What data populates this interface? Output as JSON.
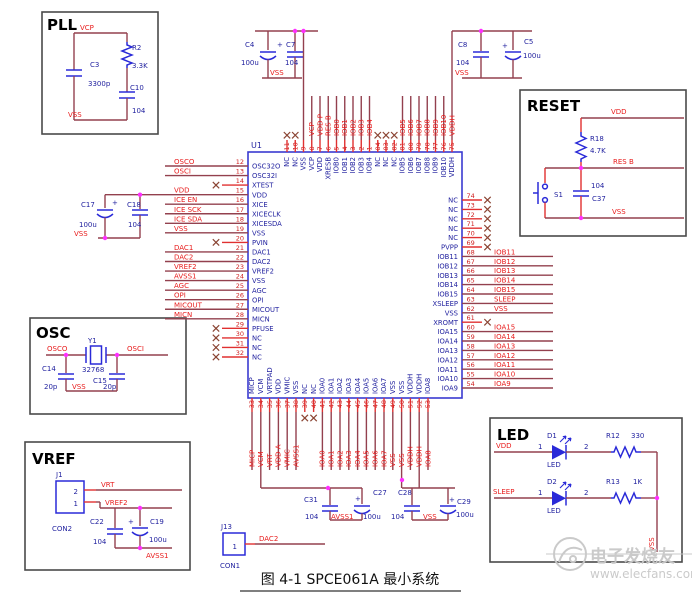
{
  "caption": "图 4-1 SPCE061A 最小系统",
  "watermark": {
    "brand": "电子发烧友",
    "site": "www.elecfans.com"
  },
  "symbols": {
    "plus": "+"
  },
  "colors": {
    "wire": "#93404e",
    "stub": "#e03030",
    "net": "#e81c1c",
    "pin_num": "#cf2020",
    "ic_text": "#1f1f9e",
    "symbol": "#2a2ad8",
    "nc": "#8a4433",
    "dot": "#ff2fff",
    "border": "#4a4a4a",
    "ic_border": "#3a3ad0",
    "watermark": "#c8c8c8"
  },
  "ic": {
    "ref": "U1",
    "left_pins": [
      {
        "num": "12",
        "name": "OSC32O",
        "net": "OSCO"
      },
      {
        "num": "13",
        "name": "OSC32I",
        "net": "OSCI"
      },
      {
        "num": "14",
        "name": "XTEST",
        "nc": true
      },
      {
        "num": "15",
        "name": "VDD",
        "net": "VDD",
        "rail": true
      },
      {
        "num": "16",
        "name": "XICE",
        "net": "ICE EN"
      },
      {
        "num": "17",
        "name": "XICECLK",
        "net": "ICE SCK"
      },
      {
        "num": "18",
        "name": "XICESDA",
        "net": "ICE SDA"
      },
      {
        "num": "19",
        "name": "VSS",
        "net": "VSS"
      },
      {
        "num": "20",
        "name": "PVIN",
        "nc": true
      },
      {
        "num": "21",
        "name": "DAC1",
        "net": "DAC1"
      },
      {
        "num": "22",
        "name": "DAC2",
        "net": "DAC2"
      },
      {
        "num": "23",
        "name": "VREF2",
        "net": "VREF2"
      },
      {
        "num": "24",
        "name": "VSS",
        "net": "AVSS1"
      },
      {
        "num": "25",
        "name": "AGC",
        "net": "AGC"
      },
      {
        "num": "26",
        "name": "OPI",
        "net": "OPI"
      },
      {
        "num": "27",
        "name": "MICOUT",
        "net": "MICOUT"
      },
      {
        "num": "28",
        "name": "MICN",
        "net": "MICN"
      },
      {
        "num": "29",
        "name": "PFUSE",
        "nc": true
      },
      {
        "num": "30",
        "name": "NC",
        "nc": true
      },
      {
        "num": "31",
        "name": "NC",
        "nc": true
      },
      {
        "num": "32",
        "name": "NC",
        "nc": true
      }
    ],
    "top_pins": [
      {
        "num": "11",
        "name": "NC",
        "nc": true
      },
      {
        "num": "10",
        "name": "NC",
        "nc": true
      },
      {
        "num": "9",
        "name": "VSS",
        "rail": true
      },
      {
        "num": "8",
        "name": "VCP",
        "net": "VCP"
      },
      {
        "num": "7",
        "name": "VDD",
        "net": "VDD P"
      },
      {
        "num": "6",
        "name": "XRESB",
        "net": "RES B"
      },
      {
        "num": "5",
        "name": "IOB0",
        "net": "IOB0"
      },
      {
        "num": "4",
        "name": "IOB1",
        "net": "IOB1"
      },
      {
        "num": "3",
        "name": "IOB2",
        "net": "IOB2"
      },
      {
        "num": "2",
        "name": "IOB3",
        "net": "IOB3"
      },
      {
        "num": "1",
        "name": "IOB4",
        "net": "IOB4"
      },
      {
        "num": "84",
        "name": "NC",
        "nc": true
      },
      {
        "num": "83",
        "name": "NC",
        "nc": true
      },
      {
        "num": "82",
        "name": "NC",
        "nc": true
      },
      {
        "num": "81",
        "name": "IOB5",
        "net": "IOB5"
      },
      {
        "num": "80",
        "name": "IOB6",
        "net": "IOB6"
      },
      {
        "num": "79",
        "name": "IOB7",
        "net": "IOB7"
      },
      {
        "num": "78",
        "name": "IOB8",
        "net": "IOB8"
      },
      {
        "num": "77",
        "name": "IOB9",
        "net": "IOB9"
      },
      {
        "num": "76",
        "name": "IOB10",
        "net": "IOB10"
      },
      {
        "num": "75",
        "name": "VDDH",
        "net": "VDDH",
        "rail": true
      }
    ],
    "right_pins": [
      {
        "num": "74",
        "name": "NC",
        "nc": true
      },
      {
        "num": "73",
        "name": "NC",
        "nc": true
      },
      {
        "num": "72",
        "name": "NC",
        "nc": true
      },
      {
        "num": "71",
        "name": "NC",
        "nc": true
      },
      {
        "num": "70",
        "name": "NC",
        "nc": true
      },
      {
        "num": "69",
        "name": "PVPP",
        "nc": true
      },
      {
        "num": "68",
        "name": "IOB11",
        "net": "IOB11"
      },
      {
        "num": "67",
        "name": "IOB12",
        "net": "IOB12"
      },
      {
        "num": "66",
        "name": "IOB13",
        "net": "IOB13"
      },
      {
        "num": "65",
        "name": "IOB14",
        "net": "IOB14"
      },
      {
        "num": "64",
        "name": "IOB15",
        "net": "IOB15"
      },
      {
        "num": "63",
        "name": "XSLEEP",
        "net": "SLEEP"
      },
      {
        "num": "62",
        "name": "VSS",
        "net": "VSS"
      },
      {
        "num": "61",
        "name": "XROMT",
        "nc": true
      },
      {
        "num": "60",
        "name": "IOA15",
        "net": "IOA15"
      },
      {
        "num": "59",
        "name": "IOA14",
        "net": "IOA14"
      },
      {
        "num": "58",
        "name": "IOA13",
        "net": "IOA13"
      },
      {
        "num": "57",
        "name": "IOA12",
        "net": "IOA12"
      },
      {
        "num": "56",
        "name": "IOA11",
        "net": "IOA11"
      },
      {
        "num": "55",
        "name": "IOA10",
        "net": "IOA10"
      },
      {
        "num": "54",
        "name": "IOA9",
        "net": "IOA9"
      }
    ],
    "bottom_pins": [
      {
        "num": "33",
        "name": "MICP",
        "net": "MICP"
      },
      {
        "num": "34",
        "name": "VCM",
        "net": "VCM",
        "rail": true
      },
      {
        "num": "35",
        "name": "VRTPAD",
        "net": "VRT"
      },
      {
        "num": "36",
        "name": "VDD",
        "net": "VDD A"
      },
      {
        "num": "37",
        "name": "VMIC",
        "net": "VMIC"
      },
      {
        "num": "38",
        "name": "VSS",
        "net": "AVSS1"
      },
      {
        "num": "39",
        "name": "NC",
        "nc": true
      },
      {
        "num": "40",
        "name": "NC",
        "nc": true
      },
      {
        "num": "41",
        "name": "IOA0",
        "net": "IOA0"
      },
      {
        "num": "42",
        "name": "IOA1",
        "net": "IOA1"
      },
      {
        "num": "43",
        "name": "IOA2",
        "net": "IOA2"
      },
      {
        "num": "44",
        "name": "IOA3",
        "net": "IOA3"
      },
      {
        "num": "45",
        "name": "IOA4",
        "net": "IOA4"
      },
      {
        "num": "46",
        "name": "IOA5",
        "net": "IOA5"
      },
      {
        "num": "47",
        "name": "IOA6",
        "net": "IOA6"
      },
      {
        "num": "48",
        "name": "IOA7",
        "net": "IOA7"
      },
      {
        "num": "49",
        "name": "VSS",
        "net": "VSS"
      },
      {
        "num": "50",
        "name": "VSS",
        "net": "VSS",
        "rail": true
      },
      {
        "num": "51",
        "name": "VDDH",
        "net": "VDDH"
      },
      {
        "num": "52",
        "name": "VDDH",
        "net": "VDDH",
        "rail": true
      },
      {
        "num": "53",
        "name": "IOA8",
        "net": "IOA8"
      }
    ]
  },
  "blocks": {
    "pll": {
      "title": "PLL",
      "net_top": "VCP",
      "net_bottom": "VSS",
      "c3": {
        "ref": "C3",
        "val": "3300p"
      },
      "r2": {
        "ref": "R2",
        "val": "3.3K"
      },
      "c10": {
        "ref": "C10",
        "val": "104"
      }
    },
    "osc": {
      "title": "OSC",
      "net_left": "OSCO",
      "net_right": "OSCI",
      "net_gnd": "VSS",
      "y1": {
        "ref": "Y1",
        "val": "32768"
      },
      "c14": {
        "ref": "C14",
        "val": "20p"
      },
      "c15": {
        "ref": "C15",
        "val": "20p"
      }
    },
    "vref": {
      "title": "VREF",
      "net_vrt": "VRT",
      "net_vref2": "VREF2",
      "net_gnd": "AVSS1",
      "j1": {
        "ref": "J1",
        "type": "CON2",
        "pin2": "2",
        "pin1": "1"
      },
      "c22": {
        "ref": "C22",
        "val": "104"
      },
      "c19": {
        "ref": "C19",
        "val": "100u"
      }
    },
    "reset": {
      "title": "RESET",
      "net_vdd": "VDD",
      "net_res": "RES B",
      "net_gnd": "VSS",
      "r18": {
        "ref": "R18",
        "val": "4.7K"
      },
      "s1": {
        "ref": "S1"
      },
      "c37": {
        "ref": "C37",
        "val": "104"
      }
    },
    "led": {
      "title": "LED",
      "net_gnd": "VSS",
      "rows": [
        {
          "net": "VDD",
          "d": "D1",
          "dval": "LED",
          "pin1": "1",
          "pin2": "2",
          "r": "R12",
          "rval": "330"
        },
        {
          "net": "SLEEP",
          "d": "D2",
          "dval": "LED",
          "pin1": "1",
          "pin2": "2",
          "r": "R13",
          "rval": "1K"
        }
      ]
    }
  },
  "cap_groups": [
    {
      "c_left": {
        "ref": "C4",
        "val": "100u"
      },
      "c_right": {
        "ref": "C7",
        "val": "104"
      },
      "net": "VSS"
    },
    {
      "c_left": {
        "ref": "C8",
        "val": "104"
      },
      "c_right": {
        "ref": "C5",
        "val": "100u"
      },
      "net": "VSS"
    },
    {
      "c_left": {
        "ref": "C17",
        "val": "100u"
      },
      "c_right": {
        "ref": "C18",
        "val": "104"
      },
      "net": "VSS"
    },
    {
      "c_left": {
        "ref": "C31",
        "val": "104"
      },
      "c_right": {
        "ref": "C27",
        "val": "100u"
      },
      "net": "AVSS1"
    },
    {
      "c_left": {
        "ref": "C28",
        "val": "104"
      },
      "c_right": {
        "ref": "C29",
        "val": "100u"
      },
      "net": "VSS"
    }
  ],
  "connectors": {
    "j13": {
      "ref": "J13",
      "type": "CON1",
      "pin": "1",
      "net": "DAC2"
    }
  }
}
